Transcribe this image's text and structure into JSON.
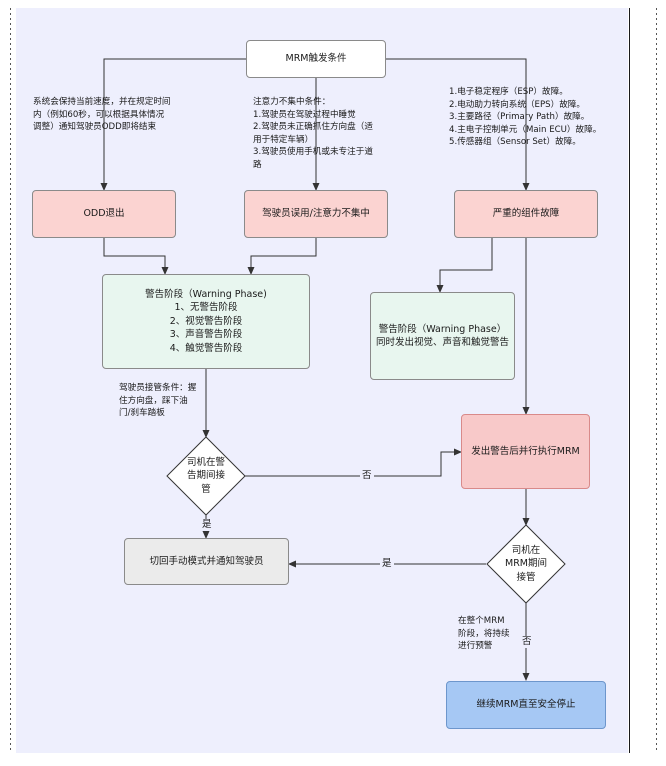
{
  "nodes": {
    "trigger": "MRM触发条件",
    "odd_exit": "ODD退出",
    "driver_misuse": "驾驶员误用/注意力不集中",
    "component_failure": "严重的组件故障",
    "warning_left": [
      "警告阶段（Warning Phase)",
      "1、无警告阶段",
      "2、视觉警告阶段",
      "3、声音警告阶段",
      "4、触觉警告阶段"
    ],
    "warning_right": [
      "警告阶段（Warning Phase）",
      "同时发出视觉、声音和触觉警告"
    ],
    "execute_mrm": "发出警告后并行执行MRM",
    "decision_warning": [
      "司机在警",
      "告期间接",
      "管"
    ],
    "decision_mrm": [
      "司机在",
      "MRM期间",
      "接管"
    ],
    "manual_mode": "切回手动模式并通知驾驶员",
    "continue_mrm": "继续MRM直至安全停止"
  },
  "annotations": {
    "odd_note": [
      "系统会保持当前速度，并在规定时间",
      "内（例如60秒，可以根据具体情况",
      "调整）通知驾驶员ODD即将结束"
    ],
    "attention_note": [
      "注意力不集中条件：",
      "1.驾驶员在驾驶过程中睡觉",
      "2.驾驶员未正确抓住方向盘（适",
      "用于特定车辆）",
      "3.驾驶员使用手机或未专注于道",
      "路"
    ],
    "failure_note": [
      "1.电子稳定程序（ESP）故障。",
      "2.电动助力转向系统（EPS）故障。",
      "3.主要路径（Primary Path）故障。",
      "4.主电子控制单元（Main ECU）故障。",
      "5.传感器组（Sensor Set）故障。"
    ],
    "takeover_note": [
      "驾驶员接管条件：握",
      "住方向盘，踩下油",
      "门/刹车踏板"
    ],
    "warning_note": [
      "在整个MRM",
      "阶段，将持续",
      "进行预警"
    ]
  },
  "edge_labels": {
    "no_1": "否",
    "yes_1": "是",
    "yes_2": "是",
    "no_2": "否"
  }
}
